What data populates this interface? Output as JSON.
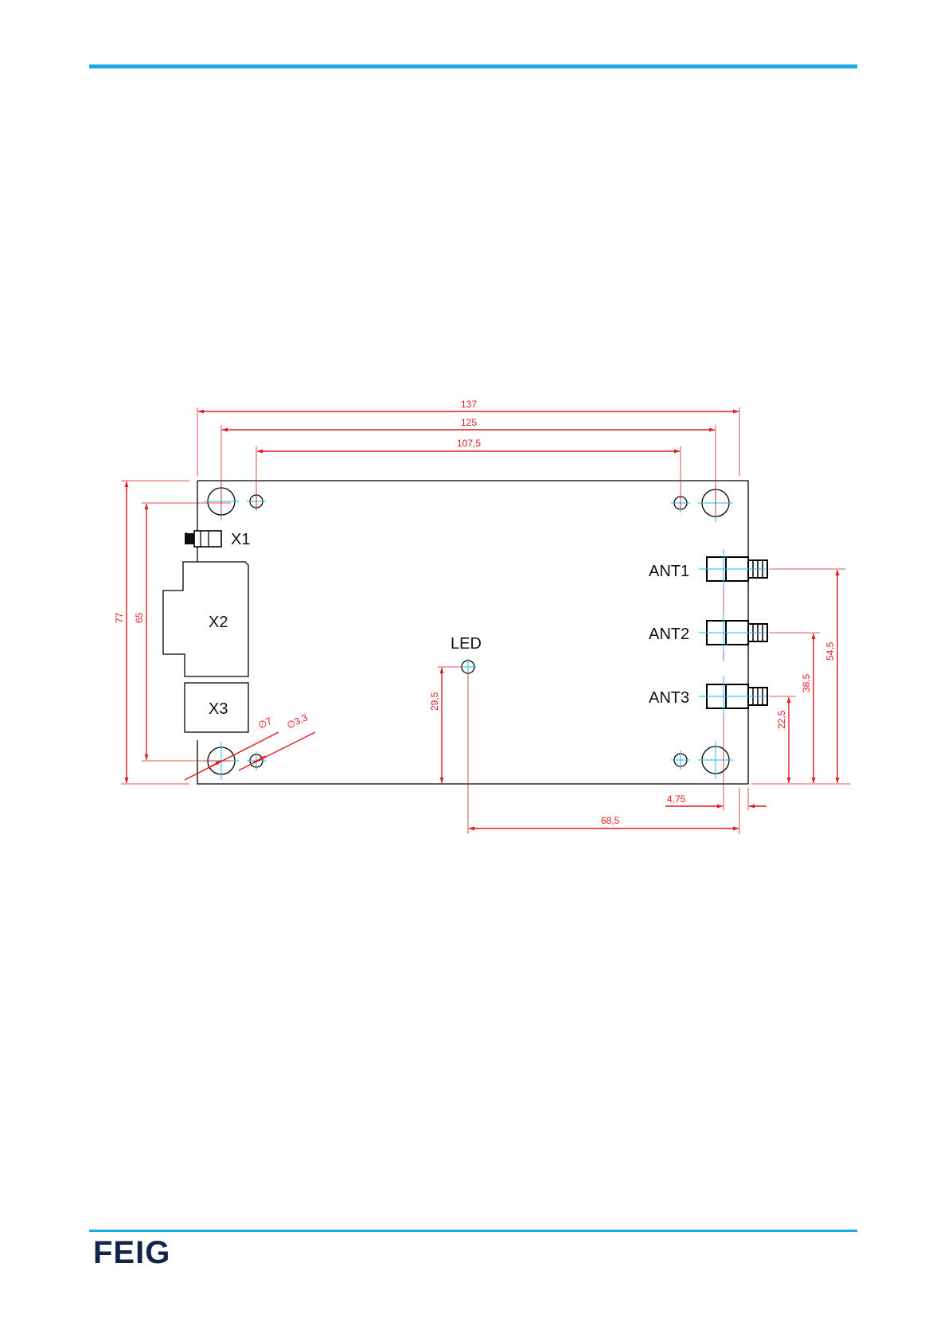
{
  "brand": {
    "logo_text": "FEIG",
    "accent_color": "#1ba8e6",
    "logo_color": "#13244a"
  },
  "drawing": {
    "dimension_color": "#e0191b",
    "centerline_color": "#19c0e6",
    "connectors": {
      "x1": "X1",
      "x2": "X2",
      "x3": "X3",
      "led": "LED",
      "ant1": "ANT1",
      "ant2": "ANT2",
      "ant3": "ANT3"
    },
    "dimensions": {
      "width_total": "137",
      "hole_span_large": "125",
      "hole_span_small": "107,5",
      "height_total": "77",
      "hole_span_vertical": "65",
      "hole_large_diameter": "∅7",
      "hole_small_diameter": "∅3,3",
      "led_height": "29,5",
      "led_offset": "68,5",
      "connector_offset": "4,75",
      "ant1_height": "54,5",
      "ant2_height": "38,5",
      "ant3_height": "22,5"
    }
  }
}
